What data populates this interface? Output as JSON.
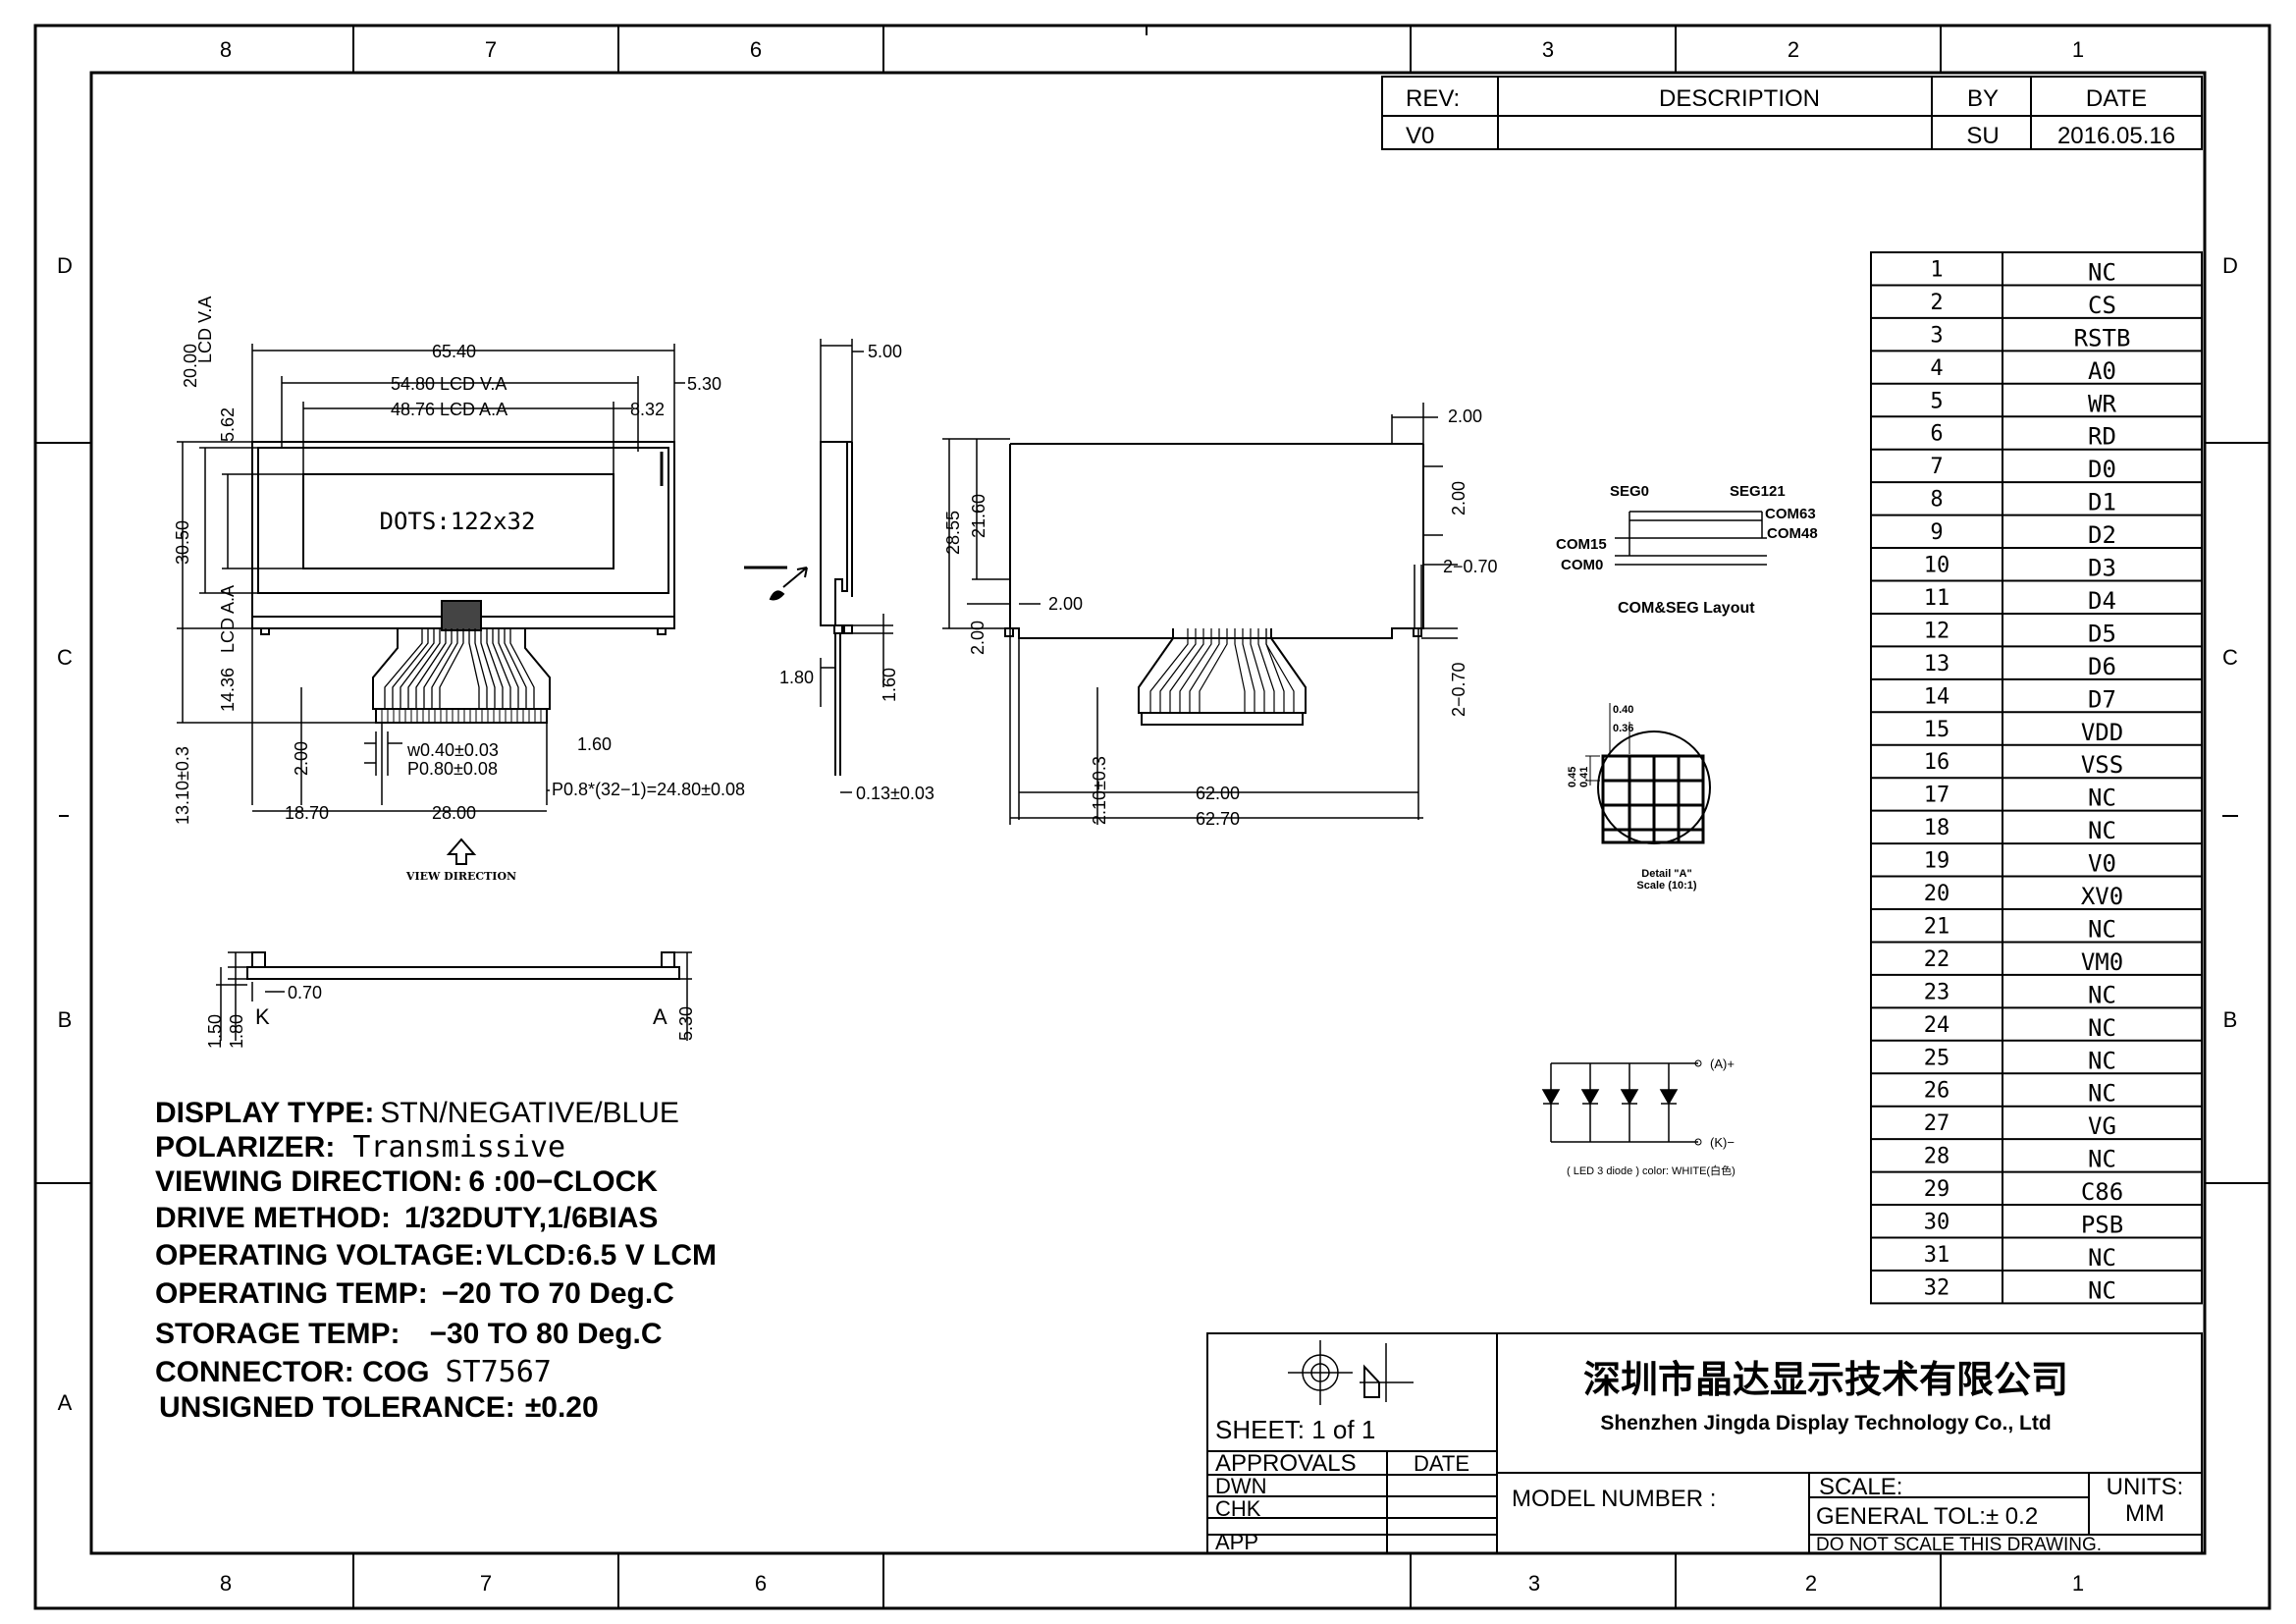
{
  "frame": {
    "cols_top": [
      "8",
      "7",
      "6",
      "3",
      "2",
      "1"
    ],
    "cols_bottom": [
      "8",
      "7",
      "6",
      "3",
      "2",
      "1"
    ],
    "rows": [
      "D",
      "C",
      "B",
      "A"
    ]
  },
  "revision": {
    "headers": {
      "rev": "REV:",
      "description": "DESCRIPTION",
      "by": "BY",
      "date": "DATE"
    },
    "rows": [
      {
        "rev": "V0",
        "description": "",
        "by": "SU",
        "date": "2016.05.16"
      }
    ]
  },
  "pins": [
    {
      "no": "1",
      "name": "NC"
    },
    {
      "no": "2",
      "name": "CS"
    },
    {
      "no": "3",
      "name": "RSTB"
    },
    {
      "no": "4",
      "name": "A0"
    },
    {
      "no": "5",
      "name": "WR"
    },
    {
      "no": "6",
      "name": "RD"
    },
    {
      "no": "7",
      "name": "D0"
    },
    {
      "no": "8",
      "name": "D1"
    },
    {
      "no": "9",
      "name": "D2"
    },
    {
      "no": "10",
      "name": "D3"
    },
    {
      "no": "11",
      "name": "D4"
    },
    {
      "no": "12",
      "name": "D5"
    },
    {
      "no": "13",
      "name": "D6"
    },
    {
      "no": "14",
      "name": "D7"
    },
    {
      "no": "15",
      "name": "VDD"
    },
    {
      "no": "16",
      "name": "VSS"
    },
    {
      "no": "17",
      "name": "NC"
    },
    {
      "no": "18",
      "name": "NC"
    },
    {
      "no": "19",
      "name": "V0"
    },
    {
      "no": "20",
      "name": "XV0"
    },
    {
      "no": "21",
      "name": "NC"
    },
    {
      "no": "22",
      "name": "VM0"
    },
    {
      "no": "23",
      "name": "NC"
    },
    {
      "no": "24",
      "name": "NC"
    },
    {
      "no": "25",
      "name": "NC"
    },
    {
      "no": "26",
      "name": "NC"
    },
    {
      "no": "27",
      "name": "VG"
    },
    {
      "no": "28",
      "name": "NC"
    },
    {
      "no": "29",
      "name": "C86"
    },
    {
      "no": "30",
      "name": "PSB"
    },
    {
      "no": "31",
      "name": "NC"
    },
    {
      "no": "32",
      "name": "NC"
    }
  ],
  "front_view": {
    "dim_65_40": "65.40",
    "dim_54_80": "54.80  LCD  V.A",
    "dim_48_76": "48.76  LCD  A.A",
    "dim_5_30": "5.30",
    "dim_8_32": "8.32",
    "dim_20_00": "20.00",
    "dim_lcd_va_v": "LCD  V.A",
    "dim_5_62": "5.62",
    "dim_30_50": "30.50",
    "dim_lcd_aa_v": "LCD  A.A",
    "dim_14_36": "14.36",
    "dim_13_10": "13.10±0.3",
    "dim_2_00": "2.00",
    "dim_w": "w0.40±0.03",
    "dim_p": "P0.80±0.08",
    "dim_1_60": "1.60",
    "dim_pitch": "P0.8*(32−1)=24.80±0.08",
    "dim_18_70": "18.70",
    "dim_28_00": "28.00",
    "dots": "DOTS:122x32",
    "view_direction": "VIEW  DIRECTION"
  },
  "side_view": {
    "dim_5_00": "5.00",
    "dim_1_80": "1.80",
    "dim_1_60": "1.60",
    "dim_0_13": "0.13±0.03"
  },
  "rear_view": {
    "dim_2_00_top": "2.00",
    "dim_2_00_v": "2.00",
    "dim_2_70a": "2−0.70",
    "dim_2_70b": "2−0.70",
    "dim_28_55": "28.55",
    "dim_21_60": "21.60",
    "dim_2_00_h": "2.00",
    "dim_2_00_l": "2.00",
    "dim_2_10": "2.10±0.3",
    "dim_62_00": "62.00",
    "dim_62_70": "62.70"
  },
  "bottom_view": {
    "dim_0_70": "0.70",
    "dim_1_50": "1.50",
    "dim_1_80": "1.80",
    "dim_5_30": "5.30",
    "label_k": "K",
    "label_a": "A"
  },
  "layout": {
    "seg0": "SEG0",
    "seg121": "SEG121",
    "com63": "COM63",
    "com48": "COM48",
    "com15": "COM15",
    "com0": "COM0",
    "title": "COM&SEG  Layout"
  },
  "detail": {
    "d1": "0.40",
    "d2": "0.36",
    "d3": "0.45",
    "d4": "0.41",
    "title": "Detail \"A\"",
    "scale": "Scale (10:1)"
  },
  "led": {
    "anode": "(A)+",
    "cathode": "(K)−",
    "caption": "( LED 3 diode ) color: WHITE(白色)"
  },
  "specs": [
    {
      "label": "DISPLAY  TYPE:",
      "value": "STN/NEGATIVE/BLUE"
    },
    {
      "label": "POLARIZER:",
      "value": "Transmissive"
    },
    {
      "label": "VIEWING  DIRECTION:",
      "value": "6 :00−CLOCK"
    },
    {
      "label": "DRIVE  METHOD:",
      "value": "1/32DUTY,1/6BIAS"
    },
    {
      "label": "OPERATING  VOLTAGE:",
      "value": "VLCD:6.5 V  LCM"
    },
    {
      "label": "OPERATING  TEMP:",
      "value": "−20 TO 70 Deg.C"
    },
    {
      "label": "STORAGE  TEMP:",
      "value": "−30 TO 80 Deg.C"
    },
    {
      "label": "CONNECTOR:  COG",
      "value": "ST7567"
    },
    {
      "label": "UNSIGNED  TOLERANCE:",
      "value": "±0.20"
    }
  ],
  "title_block": {
    "company_cn": "深圳市晶达显示技术有限公司",
    "company_en": "Shenzhen Jingda Display Technology Co., Ltd",
    "sheet": "SHEET:  1  of  1",
    "approvals": "APPROVALS",
    "date": "DATE",
    "dwn": "DWN",
    "chk": "CHK",
    "app": "APP",
    "model": "MODEL  NUMBER :",
    "scale": "SCALE:",
    "units": "UNITS:",
    "units_val": "MM",
    "tol": "GENERAL  TOL:±  0.2",
    "note": "DO  NOT  SCALE  THIS  DRAWING."
  },
  "colors": {
    "company": "#1b4fd1",
    "line": "#000000"
  }
}
